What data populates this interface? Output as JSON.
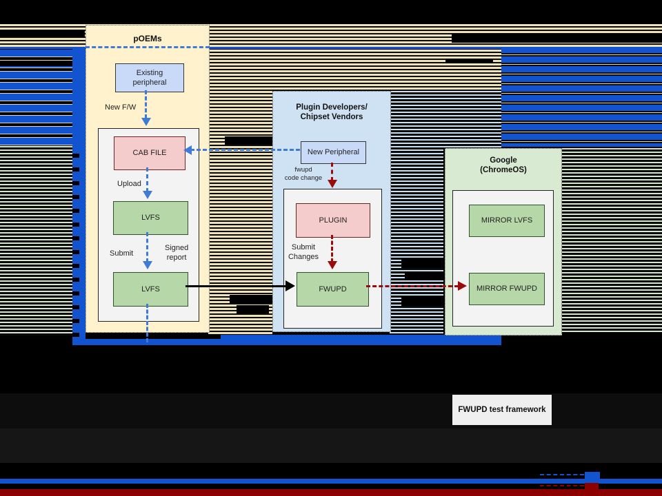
{
  "slide": {
    "poems_panel": {
      "title": "pOEMs",
      "existing_peripheral": {
        "line1": "Existing",
        "line2": "peripheral"
      },
      "new_fw_label": "New F/W",
      "cab_file": "CAB FILE",
      "upload_label": "Upload",
      "lvfs_top": "LVFS",
      "submit_label": "Submit",
      "signed_report": {
        "line1": "Signed",
        "line2": "report"
      },
      "lvfs_bottom": "LVFS"
    },
    "plugin_panel": {
      "title": {
        "line1": "Plugin Developers/",
        "line2": "Chipset Vendors"
      },
      "new_peripheral": "New Peripheral",
      "fwupd_code_change": {
        "line1": "fwupd",
        "line2": "code change"
      },
      "plugin": "PLUGIN",
      "submit_changes": {
        "line1": "Submit",
        "line2": "Changes"
      },
      "fwupd": "FWUPD"
    },
    "google_panel": {
      "title": {
        "line1": "Google",
        "line2": "(ChromeOS)"
      },
      "mirror_lvfs": "MIRROR LVFS",
      "mirror_fwupd": "MIRROR FWUPD"
    },
    "test_framework_label": "FWUPD test framework",
    "colors": {
      "accent_blue": "#1254CF",
      "dashed_blue": "#3E7BD6",
      "dark_red": "#9C0A0A",
      "bottom_red_band": "#8C0000",
      "panel_cream": "#FFF2CC",
      "panel_blue": "#CFE2F3",
      "panel_green": "#D9EAD3",
      "box_blue": "#C9DAF8",
      "box_pink": "#F4CCCC",
      "box_green": "#B6D7A8"
    }
  }
}
